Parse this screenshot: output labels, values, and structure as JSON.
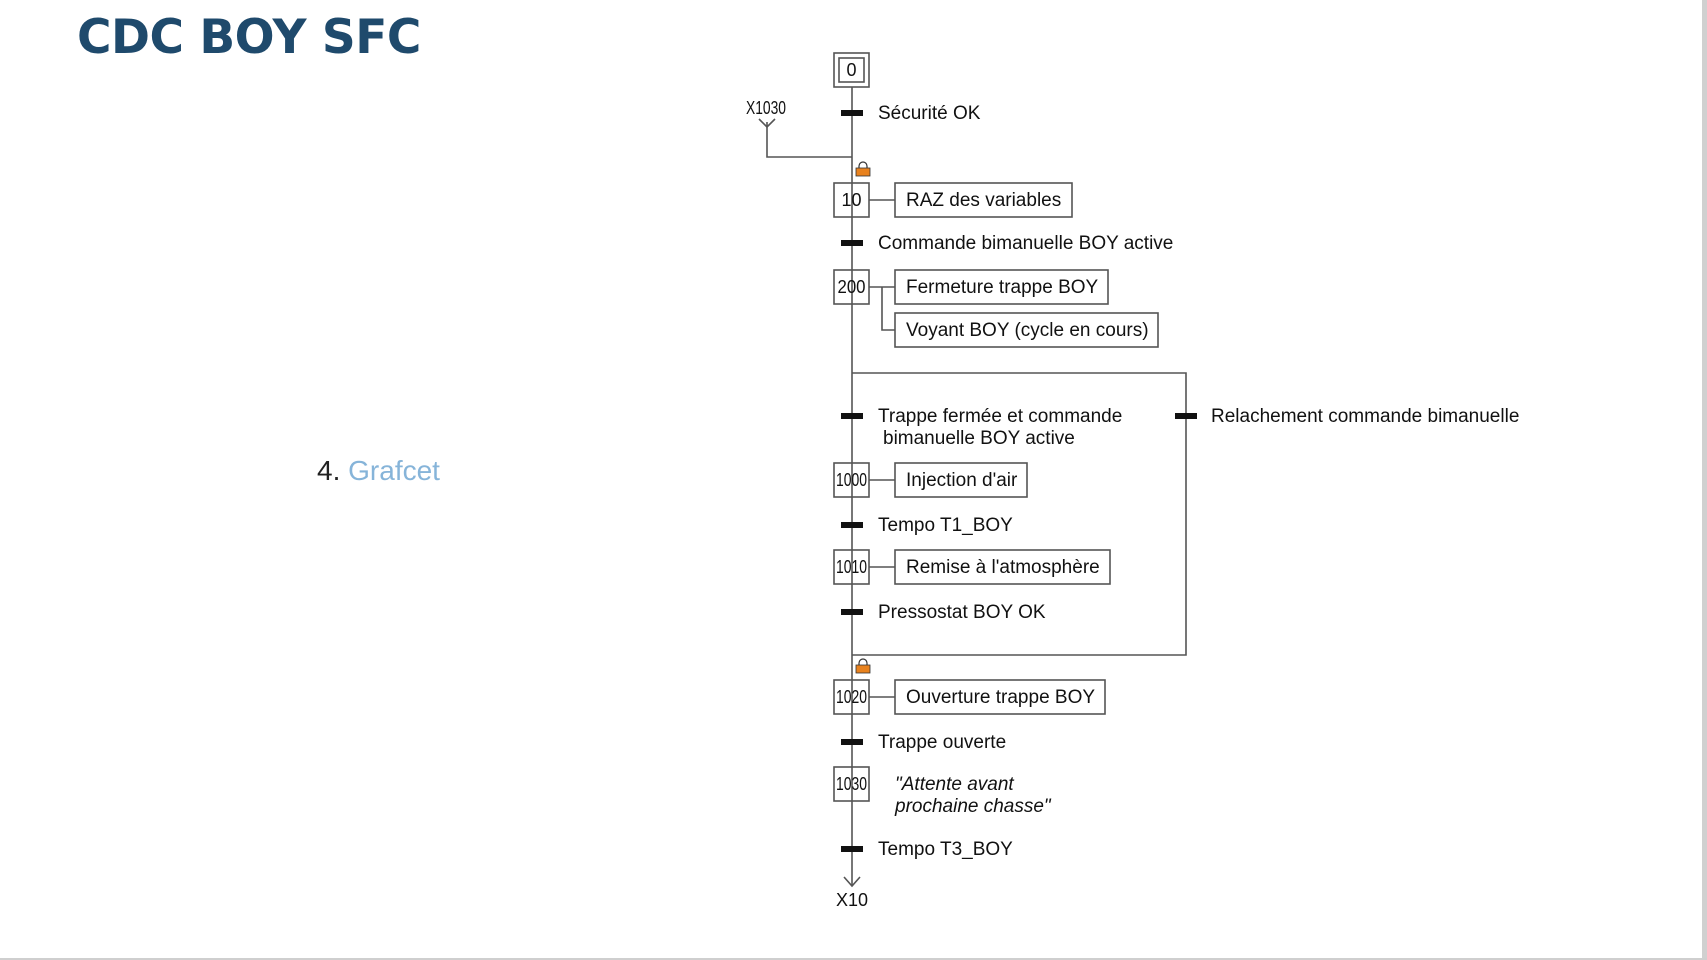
{
  "slide": {
    "title": "CDC BOY SFC",
    "list_number": "4.",
    "list_link": "Grafcet"
  },
  "grafcet": {
    "initial_step": "0",
    "jump_in_label": "X1030",
    "jump_out_label": "X10",
    "steps": [
      {
        "id": "10",
        "actions": [
          "RAZ des variables"
        ]
      },
      {
        "id": "200",
        "actions": [
          "Fermeture trappe BOY",
          "Voyant BOY (cycle en cours)"
        ]
      },
      {
        "id": "1000",
        "actions": [
          "Injection d'air"
        ]
      },
      {
        "id": "1010",
        "actions": [
          "Remise à l'atmosphère"
        ]
      },
      {
        "id": "1020",
        "actions": [
          "Ouverture trappe BOY"
        ]
      },
      {
        "id": "1030",
        "comment": [
          "\"Attente avant",
          "prochaine chasse\""
        ]
      }
    ],
    "transitions": {
      "t0": "Sécurité OK",
      "t10": "Commande bimanuelle BOY active",
      "t200a_line1": "Trappe fermée et commande",
      "t200a_line2": "bimanuelle BOY active",
      "t200b": "Relachement commande bimanuelle",
      "t1000": "Tempo T1_BOY",
      "t1010": "Pressostat BOY OK",
      "t1020": "Trappe ouverte",
      "t1030": "Tempo T3_BOY"
    },
    "colors": {
      "line": "#555555",
      "transition_bar": "#111111",
      "lock_icon": "#e8821e"
    }
  }
}
